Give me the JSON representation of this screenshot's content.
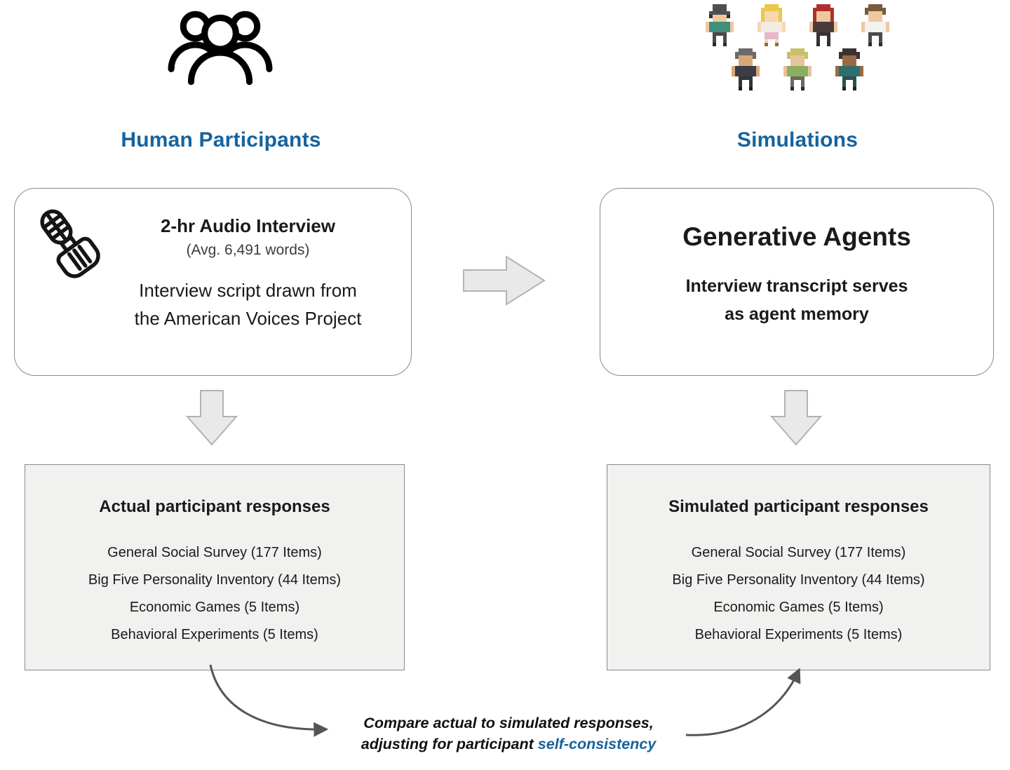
{
  "colors": {
    "accent_blue": "#15639e",
    "block_arrow_fill": "#e9e9e9",
    "block_arrow_border": "#b3b3b3",
    "curve_arrow": "#555555",
    "box_border": "#8a8a8a",
    "gray_box_bg": "#f1f1f0"
  },
  "icons": {
    "participants": "people-group-icon",
    "interview": "hand-holding-microphone-icon"
  },
  "left": {
    "heading": "Human Participants",
    "interview_box": {
      "title": "2-hr Audio Interview",
      "subtitle": "(Avg. 6,491 words)",
      "body_line1": "Interview script drawn from",
      "body_line2": "the American Voices Project"
    },
    "responses_box": {
      "title": "Actual participant responses",
      "items": [
        "General Social Survey (177 Items)",
        "Big Five Personality Inventory (44 Items)",
        "Economic Games (5 Items)",
        "Behavioral Experiments (5 Items)"
      ]
    }
  },
  "right": {
    "heading": "Simulations",
    "agents_box": {
      "title": "Generative Agents",
      "body_line1": "Interview transcript serves",
      "body_line2": "as agent memory"
    },
    "responses_box": {
      "title": "Simulated participant responses",
      "items": [
        "General Social Survey (177 Items)",
        "Big Five Personality Inventory (44 Items)",
        "Economic Games (5 Items)",
        "Behavioral Experiments (5 Items)"
      ]
    }
  },
  "footer": {
    "line1": "Compare actual to simulated responses,",
    "line2_prefix": "adjusting for participant ",
    "line2_highlight": "self-consistency"
  },
  "avatars": [
    {
      "name": "pixel-avatar-top-hat-man",
      "hat": "#4f4f4f",
      "hair": "#2e2e2e",
      "skin": "#f0c8a0",
      "shirt": "#3e8f7c",
      "pants": "#4a4a4a",
      "shoe": "#2a2a2a"
    },
    {
      "name": "pixel-avatar-blonde-woman",
      "hair": "#e9c84b",
      "skin": "#f6d7b0",
      "shirt": "#f3ece2",
      "pants": "#e8b8c8",
      "long_hair": true,
      "skirt": true,
      "shoe": "#8a6a4a"
    },
    {
      "name": "pixel-avatar-red-haired-woman",
      "hair": "#b03030",
      "skin": "#f0c8a0",
      "shirt": "#4a3c3c",
      "pants": "#3a3030",
      "long_hair": true,
      "shoe": "#2a2a2a"
    },
    {
      "name": "pixel-avatar-brown-haired-man",
      "hair": "#7a5a40",
      "skin": "#f0c8a0",
      "shirt": "#f2f2ee",
      "pants": "#4a4a52",
      "shoe": "#2a2a2a"
    },
    {
      "name": "pixel-avatar-gray-suit-man",
      "hair": "#6a6a6a",
      "skin": "#d9a878",
      "shirt": "#3c3c46",
      "pants": "#33333b",
      "shoe": "#1f1f1f"
    },
    {
      "name": "pixel-avatar-green-shirt-man",
      "hair": "#c9c06a",
      "skin": "#e8c49a",
      "shirt": "#8aae62",
      "pants": "#6a6a5a",
      "shoe": "#2a2a2a"
    },
    {
      "name": "pixel-avatar-teal-jacket-person",
      "hair": "#3a3230",
      "skin": "#9a6a44",
      "shirt": "#2e6e6e",
      "pants": "#2f4f4f",
      "shoe": "#1f1f1f"
    }
  ]
}
